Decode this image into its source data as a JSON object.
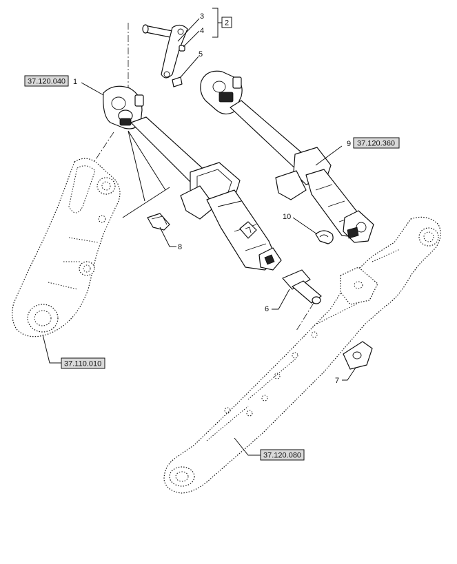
{
  "references": {
    "top_link": "37.120.040",
    "lift_arm": "37.110.010",
    "top_link_alt": "37.120.360",
    "lower_link": "37.120.080"
  },
  "callouts": {
    "c1": "1",
    "c2": "2",
    "c3": "3",
    "c4": "4",
    "c5": "5",
    "c6": "6",
    "c7": "7",
    "c8": "8",
    "c9": "9",
    "c10": "10"
  }
}
